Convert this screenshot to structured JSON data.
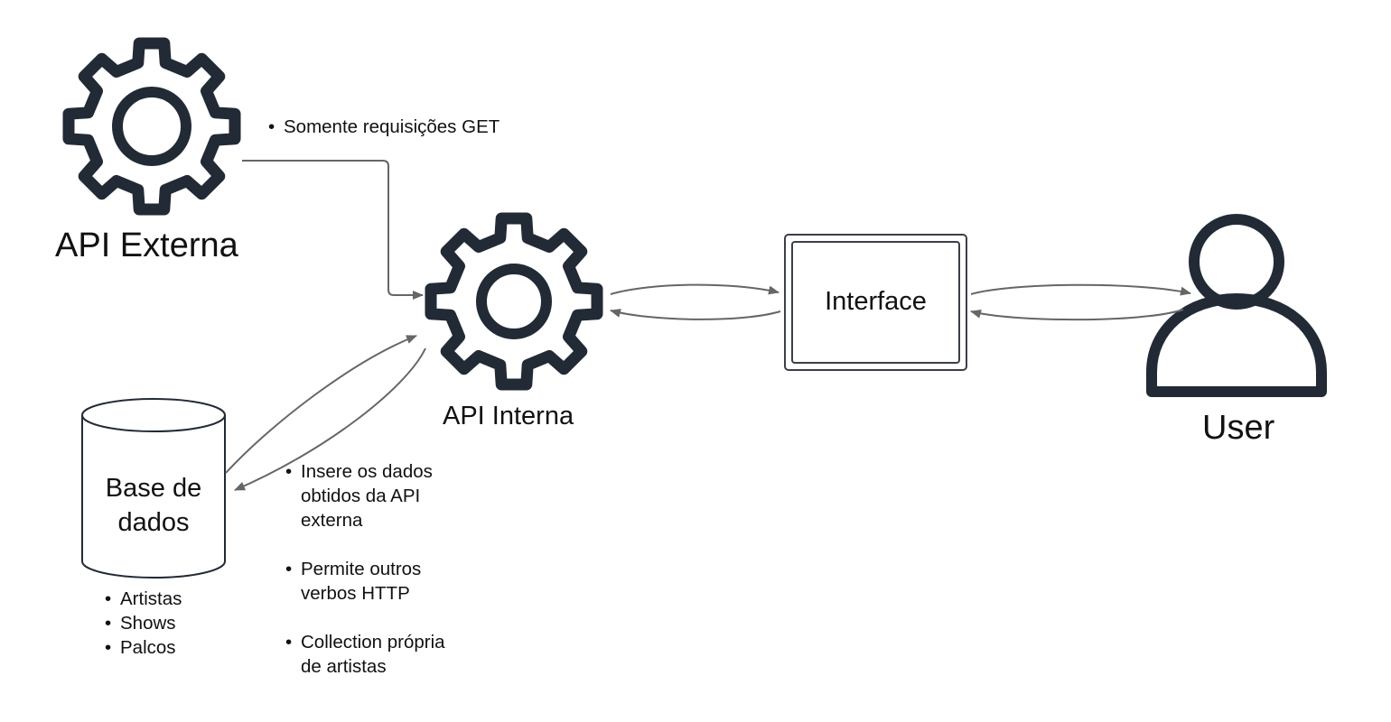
{
  "nodes": {
    "api_externa": {
      "label": "API Externa",
      "icon": "gear-icon"
    },
    "api_interna": {
      "label": "API Interna",
      "icon": "gear-icon"
    },
    "interface": {
      "label": "Interface"
    },
    "user": {
      "label": "User",
      "icon": "user-icon"
    },
    "database": {
      "label_line1": "Base de",
      "label_line2": "dados",
      "icon": "database-cylinder-icon"
    }
  },
  "notes": {
    "external_api": [
      "Somente requisições GET"
    ],
    "database": [
      "Artistas",
      "Shows",
      "Palcos"
    ],
    "internal_api": [
      {
        "line1": "Insere os dados",
        "line2": "obtidos da API",
        "line3": "externa"
      },
      {
        "line1": "Permite outros",
        "line2": "verbos HTTP"
      },
      {
        "line1": "Collection própria",
        "line2": "de artistas"
      }
    ]
  },
  "colors": {
    "icon_stroke": "#222a36",
    "connector": "#666666",
    "text": "#111111"
  }
}
